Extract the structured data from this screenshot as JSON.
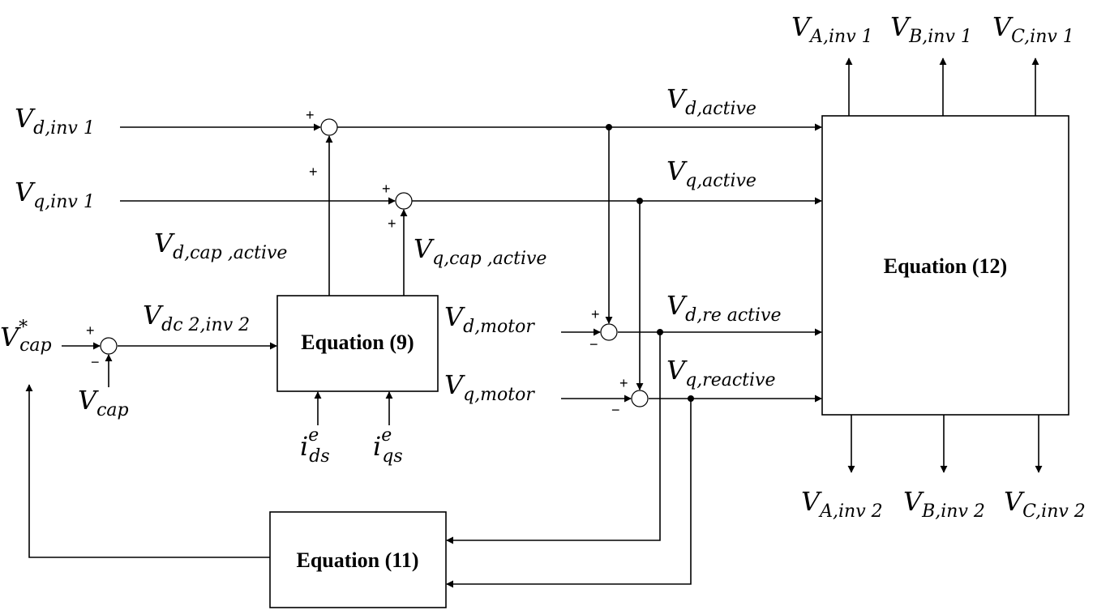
{
  "blocks": {
    "eq9": "Equation (9)",
    "eq11": "Equation (11)",
    "eq12": "Equation (12)"
  },
  "signals": {
    "vd_inv1": {
      "main": "V",
      "sub": "d,inv 1"
    },
    "vq_inv1": {
      "main": "V",
      "sub": "q,inv 1"
    },
    "vd_active": {
      "main": "V",
      "sub": "d,active"
    },
    "vq_active": {
      "main": "V",
      "sub": "q,active"
    },
    "vd_cap_active": {
      "main": "V",
      "sub": "d,cap ,active"
    },
    "vq_cap_active": {
      "main": "V",
      "sub": "q,cap ,active"
    },
    "vcap_ref": {
      "main": "V",
      "sub": "cap",
      "sup": "*"
    },
    "vcap": {
      "main": "V",
      "sub": "cap"
    },
    "vdc2_inv2": {
      "main": "V",
      "sub": "dc 2,inv 2"
    },
    "vd_motor": {
      "main": "V",
      "sub": "d,motor"
    },
    "vq_motor": {
      "main": "V",
      "sub": "q,motor"
    },
    "vd_reactive": {
      "main": "V",
      "sub": "d,re active"
    },
    "vq_reactive": {
      "main": "V",
      "sub": "q,reactive"
    },
    "ids": {
      "main": "i",
      "sub": "ds",
      "sup": "e"
    },
    "iqs": {
      "main": "i",
      "sub": "qs",
      "sup": "e"
    },
    "va_inv1": {
      "main": "V",
      "sub": "A,inv 1"
    },
    "vb_inv1": {
      "main": "V",
      "sub": "B,inv 1"
    },
    "vc_inv1": {
      "main": "V",
      "sub": "C,inv 1"
    },
    "va_inv2": {
      "main": "V",
      "sub": "A,inv 2"
    },
    "vb_inv2": {
      "main": "V",
      "sub": "B,inv 2"
    },
    "vc_inv2": {
      "main": "V",
      "sub": "C,inv 2"
    }
  },
  "signs": {
    "plus": "+",
    "minus": "−"
  }
}
